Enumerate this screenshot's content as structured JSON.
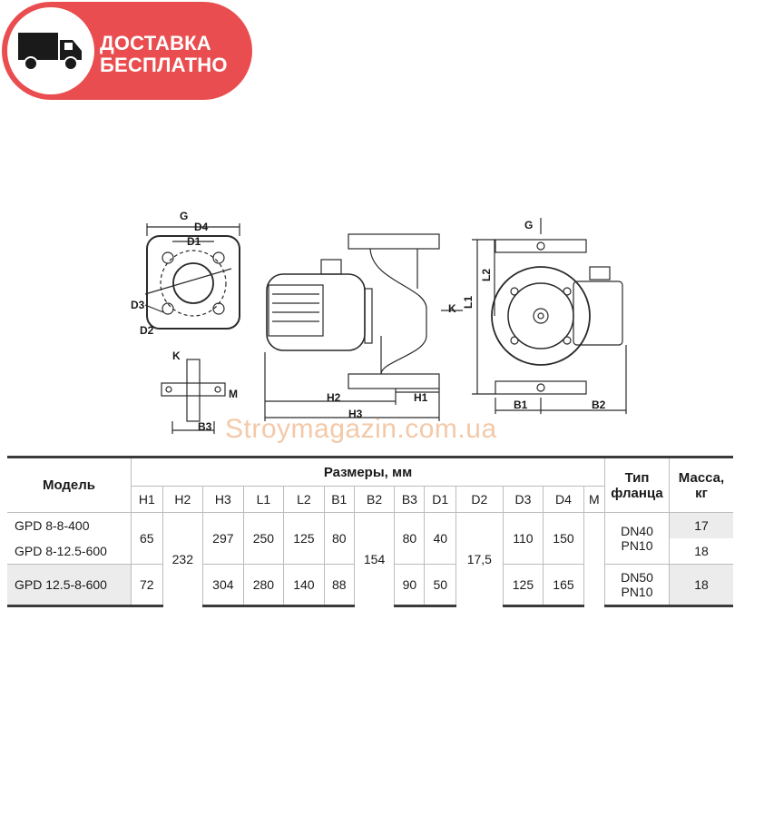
{
  "badge": {
    "line1": "ДОСТАВКА",
    "line2": "БЕСПЛАТНО",
    "icon": "truck-icon",
    "color": "#ea4d4f"
  },
  "watermark": "Stroymagazin.com.ua",
  "drawing": {
    "labels": {
      "G": "G",
      "D4": "D4",
      "D1": "D1",
      "D3": "D3",
      "D2": "D2",
      "K": "K",
      "M": "M",
      "B3": "B3",
      "H1": "H1",
      "H2": "H2",
      "H3": "H3",
      "L1": "L1",
      "L2": "L2",
      "B1": "B1",
      "B2": "B2"
    }
  },
  "table": {
    "model_header": "Модель",
    "sizes_header": "Размеры, мм",
    "flange_header_1": "Тип",
    "flange_header_2": "фланца",
    "mass_header_1": "Масса,",
    "mass_header_2": "кг",
    "columns": [
      "H1",
      "H2",
      "H3",
      "L1",
      "L2",
      "B1",
      "B2",
      "B3",
      "D1",
      "D2",
      "D3",
      "D4",
      "M"
    ],
    "rows": [
      {
        "model": "GPD 8-8-400",
        "mass": "17"
      },
      {
        "model": "GPD 8-12.5-600",
        "mass": "18"
      },
      {
        "model": "GPD 12.5-8-600",
        "mass": "18"
      }
    ],
    "group1": {
      "H1": "65",
      "H3": "297",
      "L1": "250",
      "L2": "125",
      "B1": "80",
      "B3": "80",
      "D1": "40",
      "D3": "110",
      "D4": "150",
      "flange_dn": "DN40",
      "flange_pn": "PN10"
    },
    "group2": {
      "H1": "72",
      "H3": "304",
      "L1": "280",
      "L2": "140",
      "B1": "88",
      "B3": "90",
      "D1": "50",
      "D3": "125",
      "D4": "165",
      "flange_dn": "DN50",
      "flange_pn": "PN10"
    },
    "shared": {
      "H2": "232",
      "B2": "154",
      "D2": "17,5"
    }
  }
}
